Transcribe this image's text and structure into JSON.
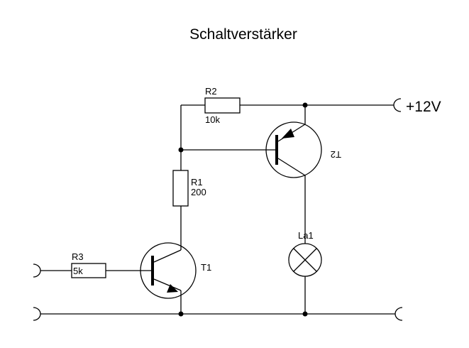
{
  "title": "Schaltverstärker",
  "supply": {
    "label": "+12V"
  },
  "components": {
    "R1": {
      "name": "R1",
      "value": "200"
    },
    "R2": {
      "name": "R2",
      "value": "10k"
    },
    "R3": {
      "name": "R3",
      "value": "5k"
    },
    "T1": {
      "name": "T1"
    },
    "T2": {
      "name": "T2"
    },
    "La1": {
      "name": "La1"
    }
  }
}
